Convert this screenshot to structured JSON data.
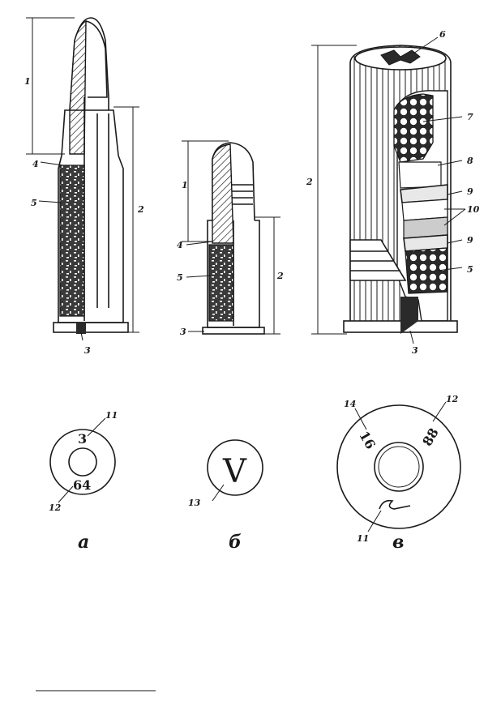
{
  "labels": {
    "n1": "1",
    "n2": "2",
    "n3": "3",
    "n4": "4",
    "n5": "5",
    "n6": "6",
    "n7": "7",
    "n8": "8",
    "n9": "9",
    "n10": "10",
    "n11": "11",
    "n12": "12",
    "n13": "13",
    "n14": "14"
  },
  "stamps": {
    "a_top": "3",
    "a_bottom": "64",
    "b_center": "V",
    "v_left": "16",
    "v_right": "88"
  },
  "captions": {
    "a": "а",
    "b": "б",
    "v": "в"
  }
}
